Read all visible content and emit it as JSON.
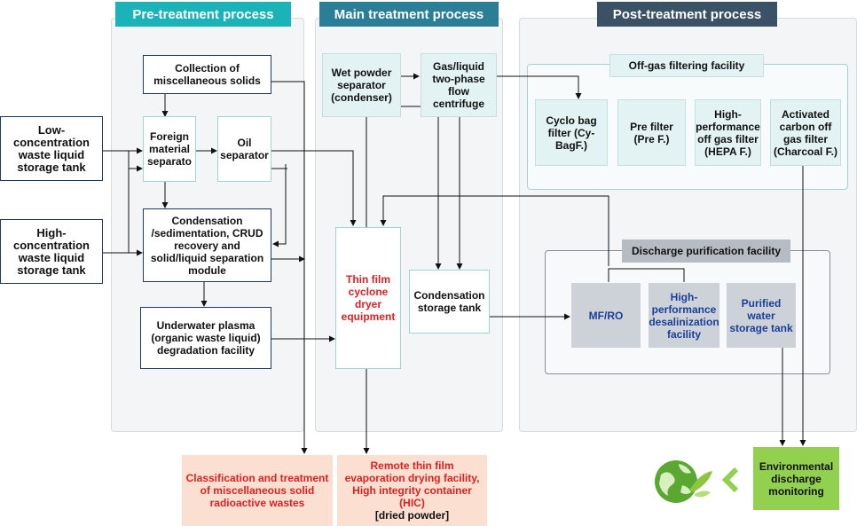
{
  "sections": {
    "pre": "Pre-treatment process",
    "main": "Main treatment process",
    "post": "Post-treatment process"
  },
  "pre": {
    "collection": "Collection of miscellaneous solids",
    "foreign": "Foreign material separato",
    "oil": "Oil separator",
    "low_tank": "Low-concentration waste liquid storage tank",
    "high_tank": "High-concentration waste liquid storage tank",
    "condensation": "Condensation /sedimentation, CRUD recovery and solid/liquid separation module",
    "plasma": "Underwater plasma (organic waste liquid) degradation facility"
  },
  "main": {
    "wet_powder": "Wet powder separator (condenser)",
    "centrifuge": "Gas/liquid two-phase flow centrifuge",
    "cyclone": "Thin film cyclone dryer equipment",
    "cond_tank": "Condensation storage tank"
  },
  "post": {
    "offgas_title": "Off-gas filtering facility",
    "cyclo": "Cyclo bag filter (Cy-BagF.)",
    "prefilter": "Pre filter (Pre F.)",
    "hepa": "High-performance off gas filter (HEPA F.)",
    "charcoal": "Activated carbon off gas filter (Charcoal F.)",
    "discharge_title": "Discharge purification facility",
    "mfro": "MF/RO",
    "desal": "High-performance desalinization facility",
    "purified": "Purified water storage tank",
    "env": "Environmental discharge monitoring"
  },
  "outputs": {
    "classification": "Classification and treatment of miscellaneous solid radioactive wastes",
    "remote": "Remote thin film evaporation drying facility, High integrity container (HIC)",
    "dried": "[dried powder]"
  },
  "colors": {
    "teal": "#1ab3b8",
    "darkteal": "#2a7f96",
    "navy": "#3a5166",
    "green": "#92d050",
    "peach": "#fbe0d2",
    "red": "#e02020",
    "blue": "#1a3f9a"
  },
  "icons": [
    "earth-leaf-icon",
    "chevron-left-icon"
  ]
}
